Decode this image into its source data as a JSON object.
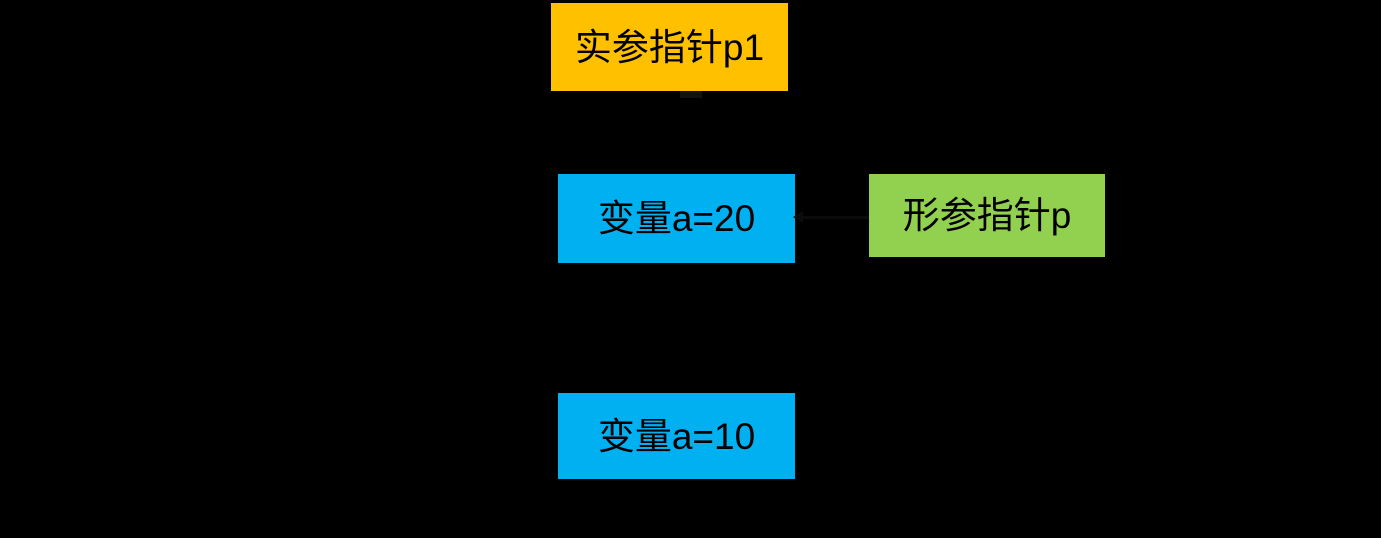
{
  "diagram": {
    "background_color": "#000000",
    "title_text": "",
    "nodes": [
      {
        "id": "actual-pointer",
        "label": "实参指针p1",
        "color": "#FFC000",
        "text_color": "#000000"
      },
      {
        "id": "var-a-20",
        "label": "变量a=20",
        "color": "#00B0F0",
        "text_color": "#000000"
      },
      {
        "id": "formal-pointer",
        "label": "形参指针p",
        "color": "#92D050",
        "text_color": "#000000"
      },
      {
        "id": "var-a-10",
        "label": "变量a=10",
        "color": "#00B0F0",
        "text_color": "#000000"
      }
    ],
    "connectors": [
      {
        "id": "formal-to-var",
        "from": "formal-pointer",
        "to": "var-a-20",
        "color": "#0b0b0b",
        "style": "arrow"
      },
      {
        "id": "actual-stub",
        "from": "actual-pointer",
        "to": "",
        "color": "#121212",
        "style": "stub"
      }
    ]
  }
}
